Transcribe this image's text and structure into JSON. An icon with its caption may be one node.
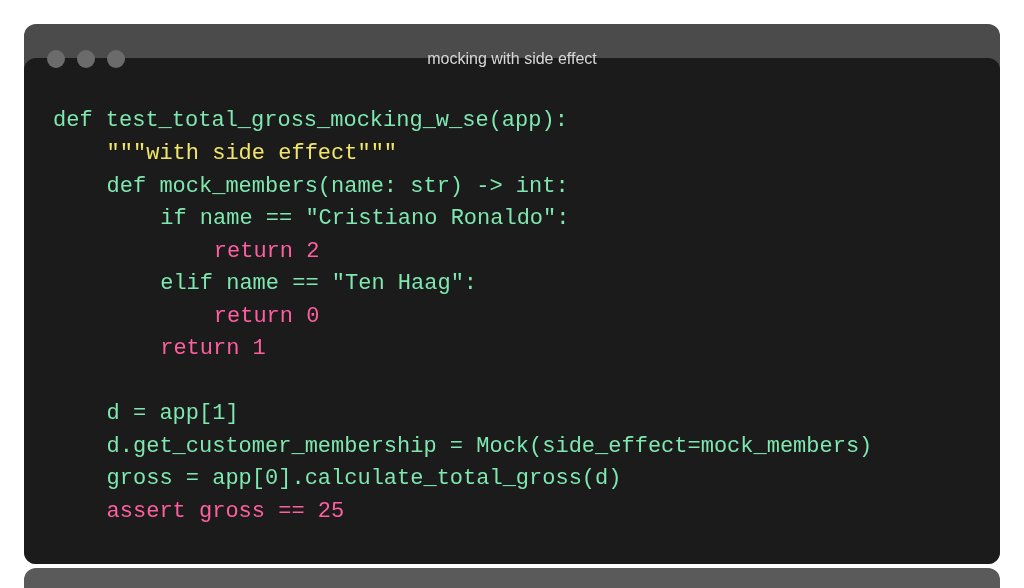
{
  "diagram": {
    "title": "mocking with side effect",
    "labels": [
      "def test_total_gross_mocking_w_se(app):",
      "\"\"\"with side effect\"\"\"",
      "def mock_members(name: str) -> int:",
      "if name == \"Cristiano Ronaldo\":",
      "return 2",
      "elif name == \"Ten Haag\":",
      "return 0",
      "return 1",
      "d = app[1]",
      "d.get_customer_membership = Mock(side_effect=mock_members)",
      "gross = app[0].calculate_total_gross(d)",
      "assert gross == 25"
    ]
  }
}
